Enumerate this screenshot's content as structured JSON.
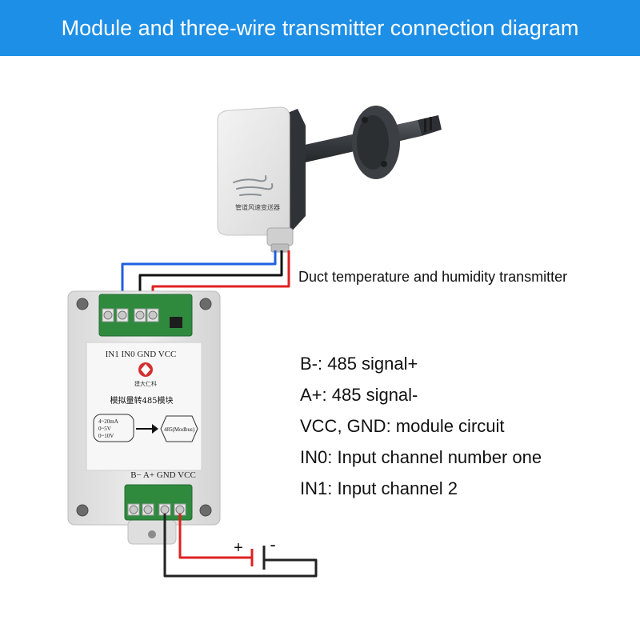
{
  "banner": {
    "title": "Module and three-wire transmitter connection diagram"
  },
  "transmitter": {
    "label": "Duct temperature and humidity transmitter",
    "face_text": "管道风速变送器"
  },
  "module": {
    "top_terminals": "IN1 IN0 GND VCC",
    "brand": "建大仁科",
    "title": "模拟量转485模块",
    "inputs": [
      "4~20mA",
      "0~5V",
      "0~10V"
    ],
    "output": "485(Modbus)",
    "bottom_terminals": "B−  A+ GND VCC"
  },
  "power": {
    "plus": "+",
    "minus": "-"
  },
  "legend": [
    {
      "key": "B-",
      "desc": ": 485 signal+"
    },
    {
      "key": "A+",
      "desc": ": 485 signal-"
    },
    {
      "key": "VCC, GND",
      "desc": ": module circuit"
    },
    {
      "key": "IN0",
      "desc": ": Input channel number one"
    },
    {
      "key": "IN1",
      "desc": ": Input channel 2"
    }
  ],
  "colors": {
    "banner": "#1e8fe6",
    "wire_blue": "#1f5fe0",
    "wire_black": "#111111",
    "wire_red": "#e02020",
    "terminal_green": "#2f8a3e",
    "module_body": "#e6e6e6"
  }
}
